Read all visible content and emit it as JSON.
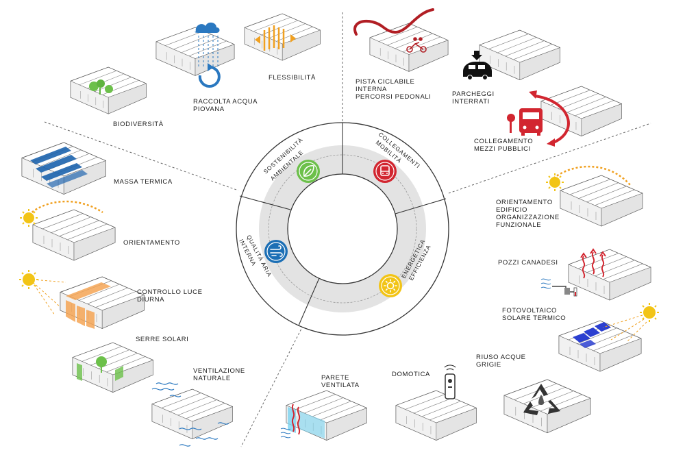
{
  "hub": {
    "sectors": [
      {
        "id": "sostenibilita",
        "label": "SOSTENIBILITÀ AMBIENTALE",
        "color": "#6cc04a",
        "icon": "leaf-icon"
      },
      {
        "id": "mobilita",
        "label": "COLLEGAMENTI MOBILITÀ",
        "color": "#d22630",
        "icon": "bus-icon"
      },
      {
        "id": "energia",
        "label": "EFFICIENZA ENERGETICA",
        "color": "#f2c416",
        "icon": "sun-icon"
      },
      {
        "id": "aria",
        "label": "QUALITÀ ARIA INTERNA",
        "color": "#1c6fb5",
        "icon": "wind-icon"
      }
    ]
  },
  "items": [
    {
      "id": "biodiversita",
      "text": [
        "BIODIVERSITÀ"
      ],
      "icon": "tree-icon"
    },
    {
      "id": "raccolta",
      "text": [
        "RACCOLTA ACQUA",
        "PIOVANA"
      ],
      "icon": "rain-cloud-icon"
    },
    {
      "id": "flessibilita",
      "text": [
        "FLESSIBILITÀ"
      ],
      "icon": "resize-arrows-icon"
    },
    {
      "id": "pista",
      "text": [
        "PISTA CICLABILE",
        "INTERNA",
        "PERCORSI PEDONALI"
      ],
      "icon": "tandem-bike-icon"
    },
    {
      "id": "parcheggi",
      "text": [
        "PARCHEGGI",
        "INTERRATI"
      ],
      "icon": "car-icon"
    },
    {
      "id": "collegamento",
      "text": [
        "COLLEGAMENTO",
        "MEZZI PUBBLICI"
      ],
      "icon": "bus-stop-icon"
    },
    {
      "id": "massa",
      "text": [
        "MASSA TERMICA"
      ],
      "icon": "thermal-mass-icon"
    },
    {
      "id": "orientamento",
      "text": [
        "ORIENTAMENTO"
      ],
      "icon": "sun-icon"
    },
    {
      "id": "orientamento_edificio",
      "text": [
        "ORIENTAMENTO",
        "EDIFICIO",
        "ORGANIZZAZIONE",
        "FUNZIONALE"
      ],
      "icon": "sun-icon"
    },
    {
      "id": "controllo",
      "text": [
        "CONTROLLO LUCE",
        "DIURNA"
      ],
      "icon": "sun-icon"
    },
    {
      "id": "pozzi",
      "text": [
        "POZZI CANADESI"
      ],
      "icon": "heat-flow-icon"
    },
    {
      "id": "fotovoltaico",
      "text": [
        "FOTOVOLTAICO",
        "SOLARE TERMICO"
      ],
      "icon": "solar-panel-icon"
    },
    {
      "id": "serre",
      "text": [
        "SERRE SOLARI"
      ],
      "icon": "tree-icon"
    },
    {
      "id": "ventilazione",
      "text": [
        "VENTILAZIONE",
        "NATURALE"
      ],
      "icon": "wind-icon"
    },
    {
      "id": "parete",
      "text": [
        "PARETE",
        "VENTILATA"
      ],
      "icon": "heat-flow-icon"
    },
    {
      "id": "domotica",
      "text": [
        "DOMOTICA"
      ],
      "icon": "remote-control-icon"
    },
    {
      "id": "riuso",
      "text": [
        "RIUSO ACQUE",
        "GRIGIE"
      ],
      "icon": "recycle-icon"
    }
  ],
  "colors": {
    "ring_fill": "#e3e3e3",
    "line": "#333333",
    "bike_path": "#b11e24",
    "sun": "#f2c416",
    "sun_arrow": "#f0a020",
    "water": "#2a78c0",
    "thermal": "#1c63ad",
    "daylight": "#f5a555",
    "green": "#6cc04a",
    "panel": "#2b3fd0",
    "heat": "#d22630",
    "vent": "#7ad3f0"
  }
}
